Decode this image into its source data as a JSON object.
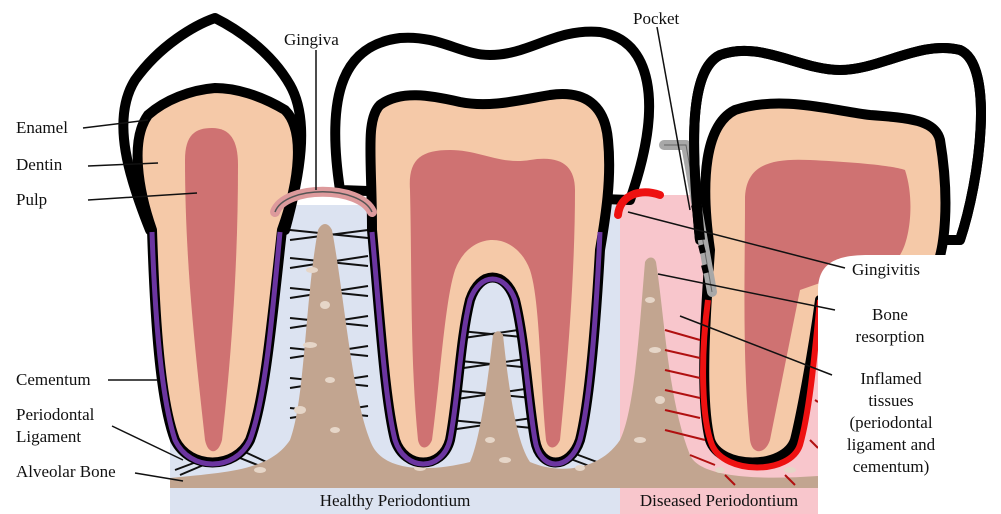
{
  "labels": {
    "enamel": "Enamel",
    "dentin": "Dentin",
    "pulp": "Pulp",
    "cementum": "Cementum",
    "periodontal_ligament_line1": "Periodontal",
    "periodontal_ligament_line2": "Ligament",
    "alveolar_bone": "Alveolar Bone",
    "gingiva": "Gingiva",
    "pocket": "Pocket",
    "gingivitis": "Gingivitis",
    "bone_resorption_line1": "Bone",
    "bone_resorption_line2": "resorption",
    "inflamed_line1": "Inflamed",
    "inflamed_line2": "tissues",
    "inflamed_line3": "(periodontal",
    "inflamed_line4": "ligament and",
    "inflamed_line5": "cementum)"
  },
  "captions": {
    "healthy": "Healthy Periodontium",
    "diseased": "Diseased Periodontium"
  },
  "colors": {
    "enamel": "#ffffff",
    "outline": "#000000",
    "dentin": "#f5c9a8",
    "pulp": "#cf7272",
    "cementum": "#6b35a0",
    "healthy_background": "#dce3f1",
    "diseased_background": "#f8c6cc",
    "bone": "#c2a590",
    "gingiva": "#dd9a9c",
    "inflamed": "#ee1111",
    "probe": "#a8a8a8"
  }
}
